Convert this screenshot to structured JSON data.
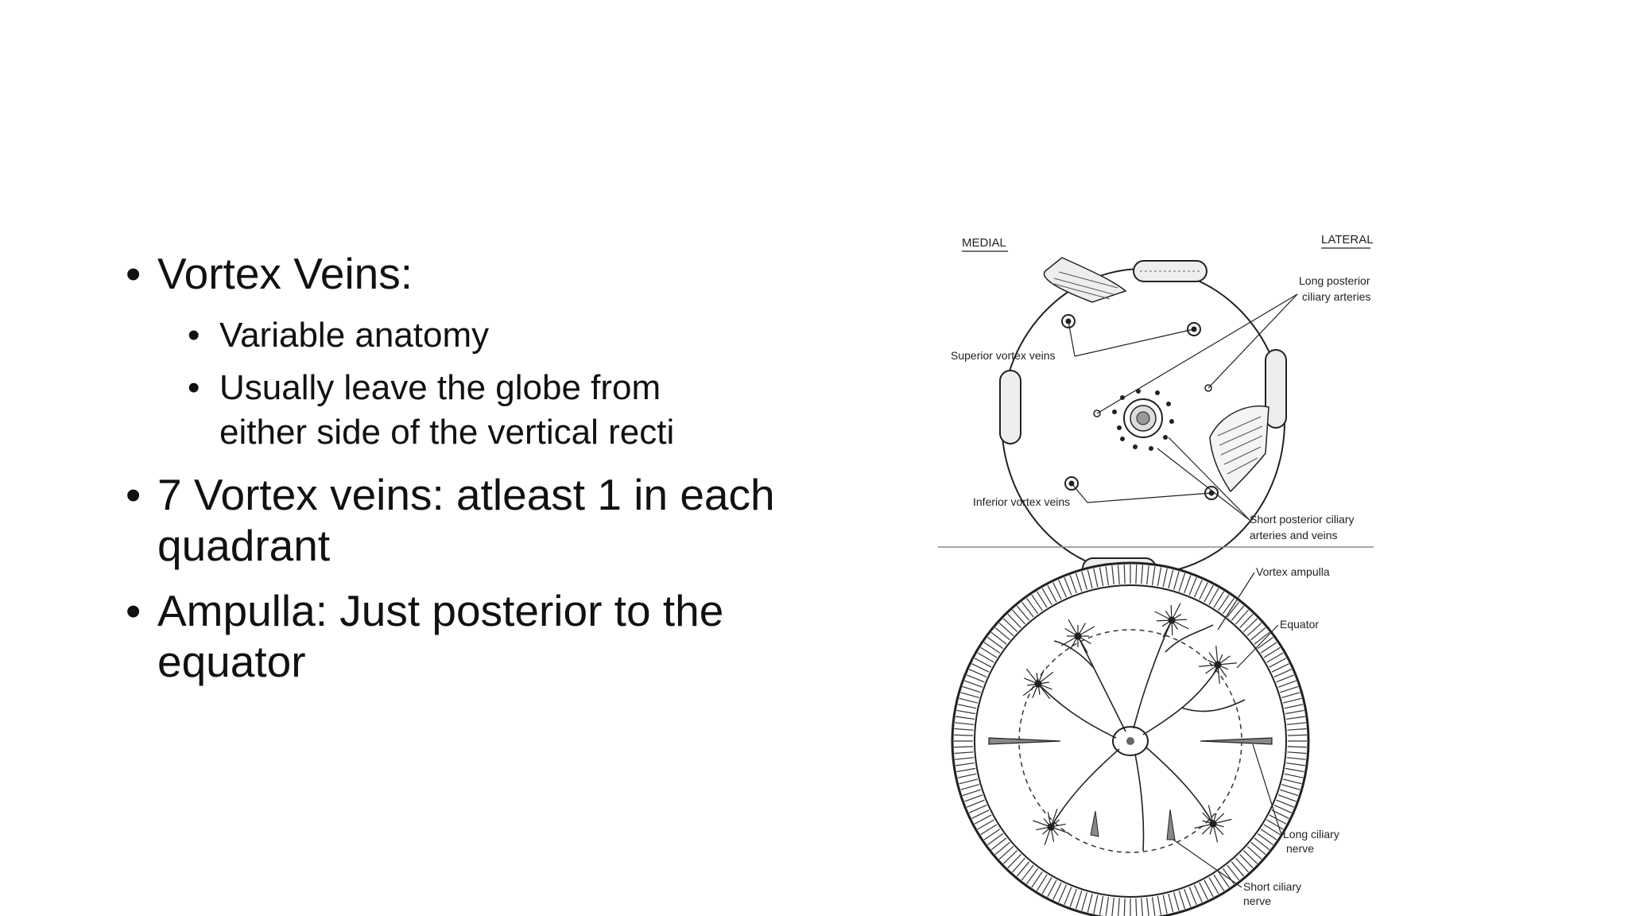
{
  "bullets": {
    "item1": "Vortex Veins:",
    "sub1": "Variable anatomy",
    "sub2_line1": "Usually leave the globe from",
    "sub2_line2": "either side of the vertical recti",
    "item2_line1": "7 Vortex veins: atleast 1 in each",
    "item2_line2": "quadrant",
    "item3_line1": "Ampulla: Just posterior to the",
    "item3_line2": "equator"
  },
  "figure": {
    "medial": "MEDIAL",
    "lateral": "LATERAL",
    "long_posterior_ciliary_1": "Long posterior",
    "long_posterior_ciliary_2": "ciliary arteries",
    "superior_vortex_veins": "Superior vortex veins",
    "inferior_vortex_veins": "Inferior vortex veins",
    "short_posterior_ciliary_1": "Short posterior ciliary",
    "short_posterior_ciliary_2": "arteries and veins",
    "vortex_ampulla": "Vortex ampulla",
    "equator": "Equator",
    "long_ciliary_nerve_1": "Long ciliary",
    "long_ciliary_nerve_2": "nerve",
    "short_ciliary_nerve_1": "Short ciliary",
    "short_ciliary_nerve_2": "nerve"
  }
}
